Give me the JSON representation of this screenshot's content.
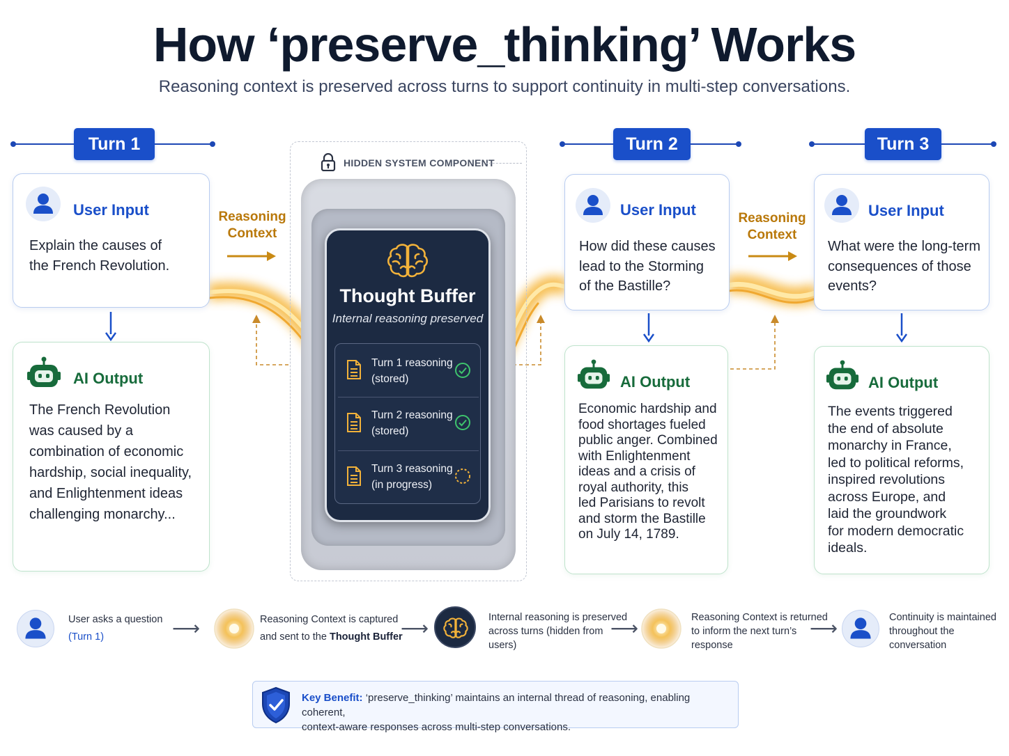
{
  "title": "How ‘preserve_thinking’ Works",
  "subtitle": "Reasoning context is preserved across turns to support continuity in multi-step conversations.",
  "colors": {
    "primary": "#1a4fc9",
    "ai_green": "#176b3b",
    "gold": "#e8a516",
    "buffer_navy": "#1c2a42"
  },
  "turns": [
    {
      "label": "Turn 1",
      "user_heading": "User Input",
      "user_lines": [
        "Explain the causes of",
        "the French Revolution."
      ],
      "ai_heading": "AI Output",
      "ai_lines": [
        "The French Revolution",
        "was caused by a",
        "combination of economic",
        "hardship, social inequality,",
        "and Enlightenment ideas",
        "challenging monarchy..."
      ]
    },
    {
      "label": "Turn 2",
      "user_heading": "User Input",
      "user_lines": [
        "How did these causes",
        "lead to the Storming",
        "of the Bastille?"
      ],
      "ai_heading": "AI Output",
      "ai_lines": [
        "Economic hardship and",
        "food shortages fueled",
        "public anger. Combined",
        "with Enlightenment",
        "ideas and a crisis of",
        "royal authority, this",
        "led Parisians to revolt",
        "and storm the Bastille",
        "on July 14, 1789."
      ]
    },
    {
      "label": "Turn 3",
      "user_heading": "User Input",
      "user_lines": [
        "What were the long-term",
        "consequences of those",
        "events?"
      ],
      "ai_heading": "AI Output",
      "ai_lines": [
        "The events triggered",
        "the end of absolute",
        "monarchy in France,",
        "led to political reforms,",
        "inspired revolutions",
        "across Europe, and",
        "laid the groundwork",
        "for modern democratic",
        "ideals."
      ]
    }
  ],
  "reasoning_label": [
    "Reasoning",
    "Context"
  ],
  "hidden_component_label": "HIDDEN SYSTEM COMPONENT",
  "thought_buffer": {
    "title": "Thought Buffer",
    "subtitle": "Internal reasoning preserved",
    "items": [
      {
        "line1": "Turn 1 reasoning",
        "line2": "(stored)",
        "status": "check-icon"
      },
      {
        "line1": "Turn 2 reasoning",
        "line2": "(stored)",
        "status": "check-icon"
      },
      {
        "line1": "Turn 3 reasoning",
        "line2": "(in progress)",
        "status": "pending-icon"
      }
    ]
  },
  "flow": {
    "step1": {
      "line1": "User asks a question",
      "line2": "(Turn 1)"
    },
    "step2": {
      "line1": "Reasoning Context is captured",
      "line2_pre": "and sent to the ",
      "line2_bold": "Thought Buffer"
    },
    "step3": {
      "line1": "Internal reasoning is preserved",
      "line2": "across turns (hidden from",
      "line3": "users)"
    },
    "step4": {
      "line1": "Reasoning Context is returned",
      "line2": "to inform the next turn’s",
      "line3": "response"
    },
    "step5": {
      "line1": "Continuity is maintained",
      "line2": "throughout the",
      "line3": "conversation"
    }
  },
  "benefit": {
    "label": "Key Benefit:",
    "line1": "‘preserve_thinking’ maintains an internal thread of reasoning, enabling coherent,",
    "line2": "context-aware responses across multi-step conversations."
  }
}
